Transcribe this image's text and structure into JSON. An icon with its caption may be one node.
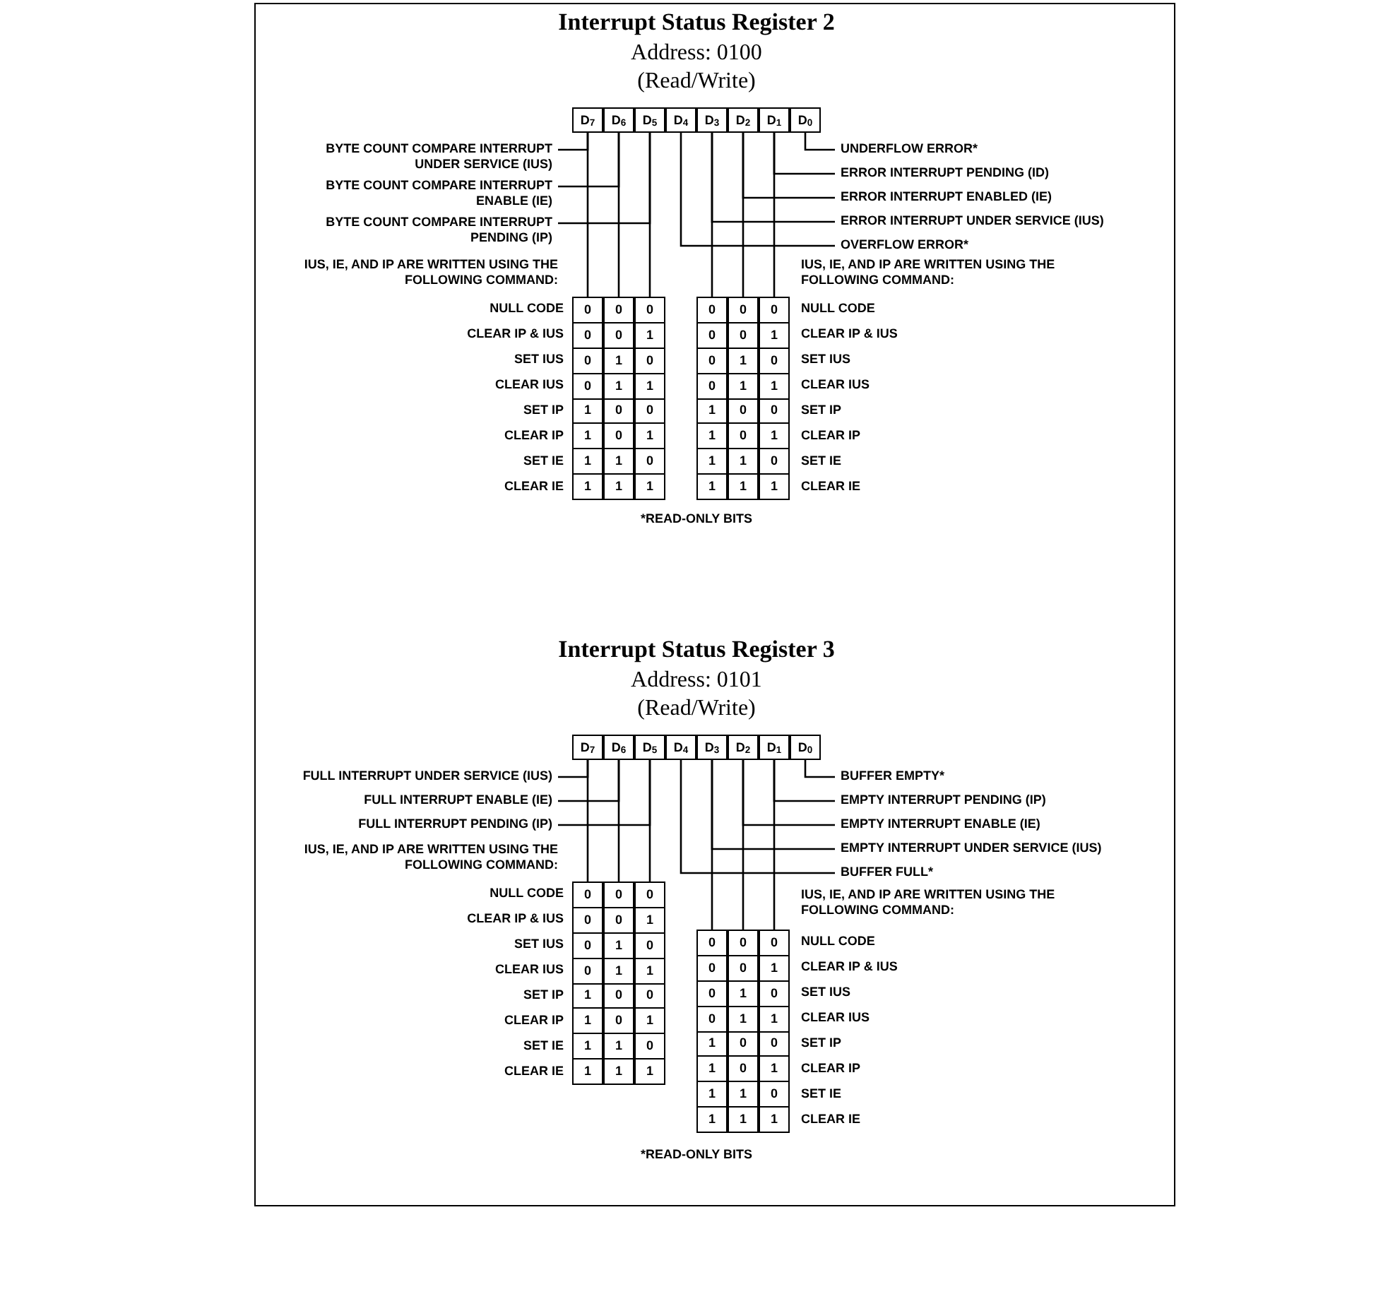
{
  "diagram": {
    "nodes": [
      {
        "text": [
          "D$_{7}$"
        ]
      },
      {
        "text": [
          "D$_{6}$"
        ]
      },
      {
        "text": [
          "D$_{5}$"
        ]
      },
      {
        "text": [
          "D$_{4}$"
        ]
      },
      {
        "text": [
          "D$_{3}$"
        ]
      },
      {
        "text": [
          "D$_{2}$"
        ]
      },
      {
        "text": [
          "D$_{1}$"
        ]
      },
      {
        "text": [
          "D$_{0}$"
        ]
      },
      {
        "text": [
          "BYTE COUNT COMPARE INTERRUPT UNDER SERVICE (IUS)"
        ]
      },
      {
        "text": [
          "BYTE COUNT COMPARE INTERRUPT ENABLE (IE)"
        ]
      },
      {
        "text": [
          "BYTE COUNT COMPARE INTERRUPT PENDING (IP)"
        ]
      },
      {
        "text": [
          "UNDERFLOW ERROR*"
        ]
      },
      {
        "text": [
          "ERROR INTERRUPT PENDING (ID)"
        ]
      },
      {
        "text": [
          "ERROR INTERRUPT ENABLED (IE)"
        ]
      },
      {
        "text": [
          "ERROR INTERRUPT UNDER SERVICE (IUS)"
        ]
      },
      {
        "text": [
          "OVERFLOW ERROR*"
        ]
      },
      {
        "text": [
          "0",
          "0",
          "0",
          "0",
          "1",
          "1",
          "1",
          "1"
        ]
      },
      {
        "text": [
          "0",
          "0",
          "1",
          "1",
          "0",
          "0",
          "1",
          "1"
        ]
      },
      {
        "text": [
          "0",
          "1",
          "0",
          "1",
          "0",
          "1",
          "0",
          "1"
        ]
      },
      {
        "text": [
          "0",
          "0",
          "0",
          "0",
          "1",
          "1",
          "1",
          "1"
        ]
      },
      {
        "text": [
          "0",
          "0",
          "1",
          "1",
          "0",
          "0",
          "1",
          "1"
        ]
      },
      {
        "text": [
          "0",
          "1",
          "0",
          "1",
          "0",
          "1",
          "0",
          "1"
        ]
      },
      {
        "text": [
          "D$_{7}$"
        ]
      },
      {
        "text": [
          "D$_{6}$"
        ]
      },
      {
        "text": [
          "D$_{5}$"
        ]
      },
      {
        "text": [
          "D$_{4}$"
        ]
      },
      {
        "text": [
          "D$_{3}$"
        ]
      },
      {
        "text": [
          "D$_{2}$"
        ]
      },
      {
        "text": [
          "D$_{1}$"
        ]
      },
      {
        "text": [
          "D$_{0}$"
        ]
      },
      {
        "text": [
          "FULL INTERRUPT UNDER SERVICE (IUS)"
        ]
      },
      {
        "text": [
          "FULL INTERRUPT ENABLE (IE)"
        ]
      },
      {
        "text": [
          "FULL INTERRUPT PENDING (IP)"
        ]
      },
      {
        "text": [
          "BUFFER EMPTY*"
        ]
      },
      {
        "text": [
          "EMPTY INTERRUPT PENDING (IP)"
        ]
      },
      {
        "text": [
          "EMPTY INTERRUPT ENABLE (IE)"
        ]
      },
      {
        "text": [
          "EMPTY INTERRUPT UNDER SERVICE (IUS)"
        ]
      },
      {
        "text": [
          "BUFFER FULL*"
        ]
      },
      {
        "text": [
          "0",
          "0",
          "0",
          "0",
          "1",
          "1",
          "1",
          "1"
        ]
      },
      {
        "text": [
          "0",
          "0",
          "1",
          "1",
          "0",
          "0",
          "1",
          "1"
        ]
      },
      {
        "text": [
          "0",
          "1",
          "0",
          "1",
          "0",
          "1",
          "0",
          "1"
        ]
      },
      {
        "text": [
          "0",
          "0",
          "0",
          "0",
          "1",
          "1",
          "1",
          "1"
        ]
      },
      {
        "text": [
          "0",
          "0",
          "1",
          "1",
          "0",
          "0",
          "1",
          "1"
        ]
      },
      {
        "text": [
          "0",
          "1",
          "0",
          "1",
          "0",
          "1",
          "0",
          "1"
        ]
      }
    ],
    "edges": [
      {
        "from": 0,
        "to": 8,
        "arrow": "none"
      },
      {
        "from": 1,
        "to": 9,
        "arrow": "none"
      },
      {
        "from": 2,
        "to": 10,
        "arrow": "none"
      },
      {
        "from": 7,
        "to": 11,
        "arrow": "none"
      },
      {
        "from": 6,
        "to": 12,
        "arrow": "none"
      },
      {
        "from": 5,
        "to": 13,
        "arrow": "none"
      },
      {
        "from": 4,
        "to": 14,
        "arrow": "none"
      },
      {
        "from": 3,
        "to": 15,
        "arrow": "none"
      },
      {
        "from": 0,
        "to": 16,
        "arrow": "none"
      },
      {
        "from": 1,
        "to": 17,
        "arrow": "none"
      },
      {
        "from": 2,
        "to": 18,
        "arrow": "none"
      },
      {
        "from": 4,
        "to": 19,
        "arrow": "none"
      },
      {
        "from": 5,
        "to": 20,
        "arrow": "none"
      },
      {
        "from": 6,
        "to": 21,
        "arrow": "none"
      },
      {
        "from": 22,
        "to": 30,
        "arrow": "none"
      },
      {
        "from": 23,
        "to": 31,
        "arrow": "none"
      },
      {
        "from": 24,
        "to": 32,
        "arrow": "none"
      },
      {
        "from": 29,
        "to": 33,
        "arrow": "none"
      },
      {
        "from": 28,
        "to": 34,
        "arrow": "none"
      },
      {
        "from": 27,
        "to": 35,
        "arrow": "none"
      },
      {
        "from": 26,
        "to": 36,
        "arrow": "none"
      },
      {
        "from": 25,
        "to": 37,
        "arrow": "none"
      },
      {
        "from": 22,
        "to": 38,
        "arrow": "none"
      },
      {
        "from": 23,
        "to": 39,
        "arrow": "none"
      },
      {
        "from": 24,
        "to": 40,
        "arrow": "none"
      },
      {
        "from": 26,
        "to": 41,
        "arrow": "none"
      },
      {
        "from": 27,
        "to": 42,
        "arrow": "none"
      },
      {
        "from": 28,
        "to": 43,
        "arrow": "none"
      }
    ],
    "labels": [
      "Interrupt Status Register 2",
      "Address: 0100",
      "(Read/Write)",
      "IUS, IE, AND IP ARE WRITTEN USING THE FOLLOWING COMMAND:",
      "IUS, IE, AND IP ARE WRITTEN USING THE FOLLOWING COMMAND:",
      "NULL CODE",
      "NULL CODE",
      "CLEAR IP & IUS",
      "CLEAR IP & IUS",
      "SET IUS",
      "SET IUS",
      "CLEAR IUS",
      "CLEAR IUS",
      "SET IP",
      "SET IP",
      "CLEAR IP",
      "CLEAR IP",
      "SET IE",
      "SET IE",
      "CLEAR IE",
      "CLEAR IE",
      "*READ-ONLY BITS",
      "Interrupt Status Register 3",
      "Address: 0101",
      "(Read/Write)",
      "IUS, IE, AND IP ARE WRITTEN USING THE FOLLOWING COMMAND:",
      "IUS, IE, AND IP ARE WRITTEN USING THE FOLLOWING COMMAND:",
      "NULL CODE",
      "NULL CODE",
      "CLEAR IP & IUS",
      "CLEAR IP & IUS",
      "SET IUS",
      "SET IUS",
      "CLEAR IUS",
      "CLEAR IUS",
      "SET IP",
      "SET IP",
      "CLEAR IP",
      "CLEAR IP",
      "SET IE",
      "SET IE",
      "CLEAR IE",
      "CLEAR IE",
      "*READ-ONLY BITS"
    ]
  }
}
